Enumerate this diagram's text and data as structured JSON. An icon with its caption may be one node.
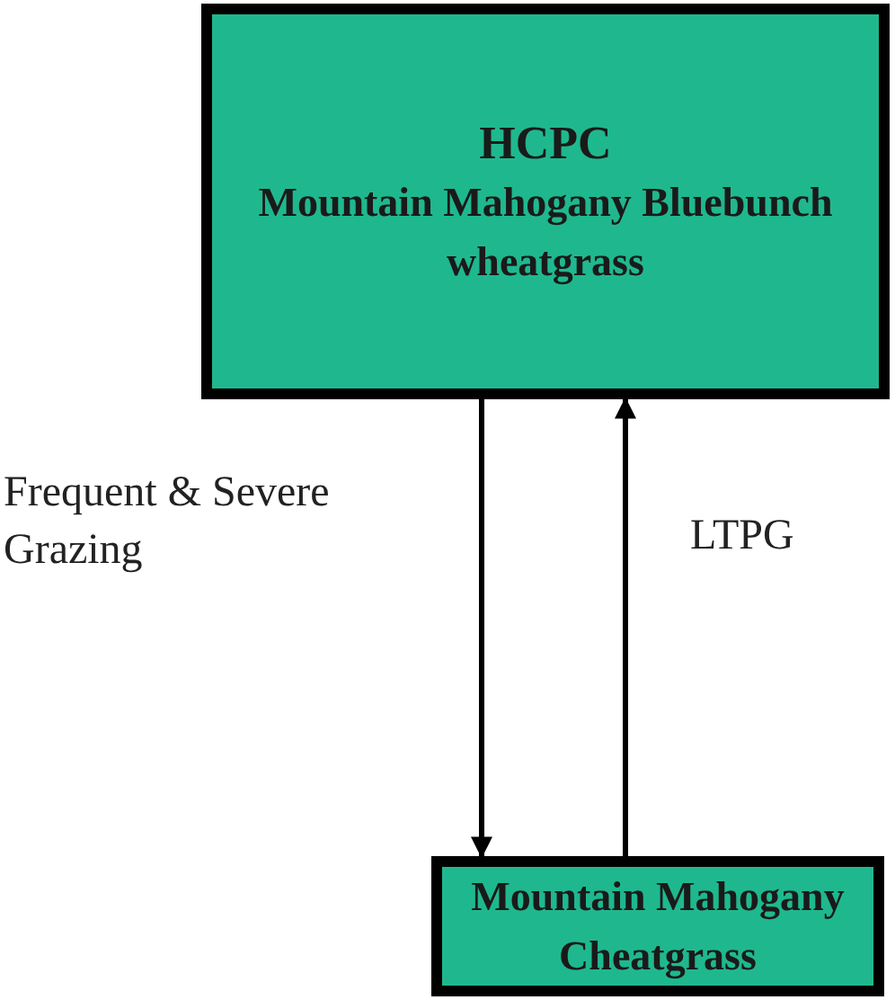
{
  "diagram": {
    "nodes": [
      {
        "text": [
          "HCPC",
          "Mountain Mahogany Bluebunch wheatgrass"
        ]
      },
      {
        "text": [
          "Mountain Mahogany Cheatgrass"
        ]
      }
    ],
    "edges": [
      {
        "from": 0,
        "to": 1,
        "arrow": "to",
        "label": "Frequent & Severe Grazing"
      },
      {
        "from": 1,
        "to": 0,
        "arrow": "to",
        "label": "LTPG"
      }
    ]
  }
}
